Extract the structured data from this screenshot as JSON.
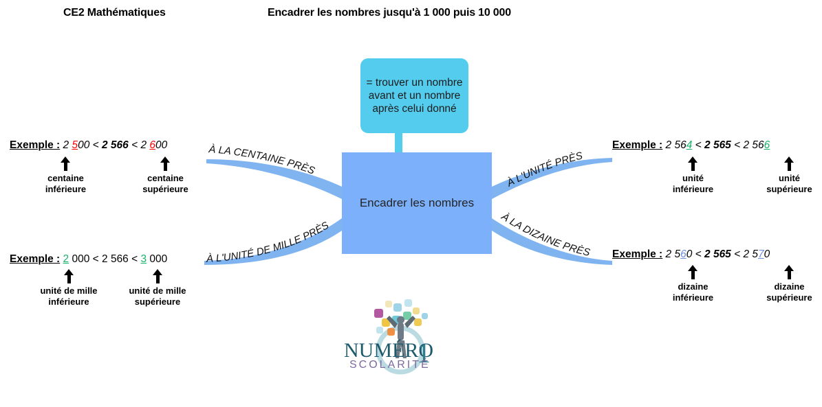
{
  "header": {
    "subject": "CE2 Mathématiques",
    "title": "Encadrer les nombres jusqu'à 1 000 puis 10 000"
  },
  "central": {
    "label": "Encadrer les nombres",
    "color": "#7CB0FA"
  },
  "callout": {
    "text": "= trouver un nombre avant et un nombre après celui donné",
    "color": "#54CCEE"
  },
  "branches": [
    {
      "id": "centaine",
      "label": "À LA CENTAINE PRÈS",
      "position": "top-left",
      "color": "#7FB4F0"
    },
    {
      "id": "unite-de-mille",
      "label": "À L'UNITÉ DE MILLE PRÈS",
      "position": "bottom-left",
      "color": "#7FB4F0"
    },
    {
      "id": "unite",
      "label": "À L'UNITÉ PRÈS",
      "position": "top-right",
      "color": "#7FB4F0"
    },
    {
      "id": "dizaine",
      "label": "À LA DIZAINE PRÈS",
      "position": "bottom-right",
      "color": "#7FB4F0"
    }
  ],
  "examples": {
    "centaine": {
      "label": "Exemple :",
      "expression": "2 500 < 2 566 < 2 600",
      "lower_bound": "2 500",
      "number": "2 566",
      "upper_bound": "2 600",
      "highlight_color": "#FF0000",
      "lower_digit": "5",
      "upper_digit": "6",
      "lower_caption_line1": "centaine",
      "lower_caption_line2": "inférieure",
      "upper_caption_line1": "centaine",
      "upper_caption_line2": "supérieure"
    },
    "unite_de_mille": {
      "label": "Exemple :",
      "expression": "2 000 < 2 566 < 3 000",
      "lower_bound": "2 000",
      "number": "2 566",
      "upper_bound": "3 000",
      "highlight_color": "#17B26A",
      "lower_digit": "2",
      "upper_digit": "3",
      "lower_caption_line1": "unité de mille",
      "lower_caption_line2": "inférieure",
      "upper_caption_line1": "unité de mille",
      "upper_caption_line2": "supérieure"
    },
    "unite": {
      "label": "Exemple :",
      "expression": "2 564 < 2 565 < 2 566",
      "lower_bound": "2 564",
      "number": "2 565",
      "upper_bound": "2 566",
      "highlight_color": "#17B26A",
      "lower_digit": "4",
      "upper_digit": "6",
      "lower_caption_line1": "unité",
      "lower_caption_line2": "inférieure",
      "upper_caption_line1": "unité",
      "upper_caption_line2": "supérieure"
    },
    "dizaine": {
      "label": "Exemple :",
      "expression": "2 560 < 2 565 < 2 570",
      "lower_bound": "2 560",
      "number": "2 565",
      "upper_bound": "2 570",
      "highlight_color": "#6E8DE0",
      "lower_digit": "6",
      "upper_digit": "7",
      "lower_caption_line1": "dizaine",
      "lower_caption_line2": "inférieure",
      "upper_caption_line1": "dizaine",
      "upper_caption_line2": "supérieure"
    }
  },
  "logo": {
    "name": "NUMÉRO",
    "numeral": "1",
    "tagline": "SCOLARITÉ"
  }
}
